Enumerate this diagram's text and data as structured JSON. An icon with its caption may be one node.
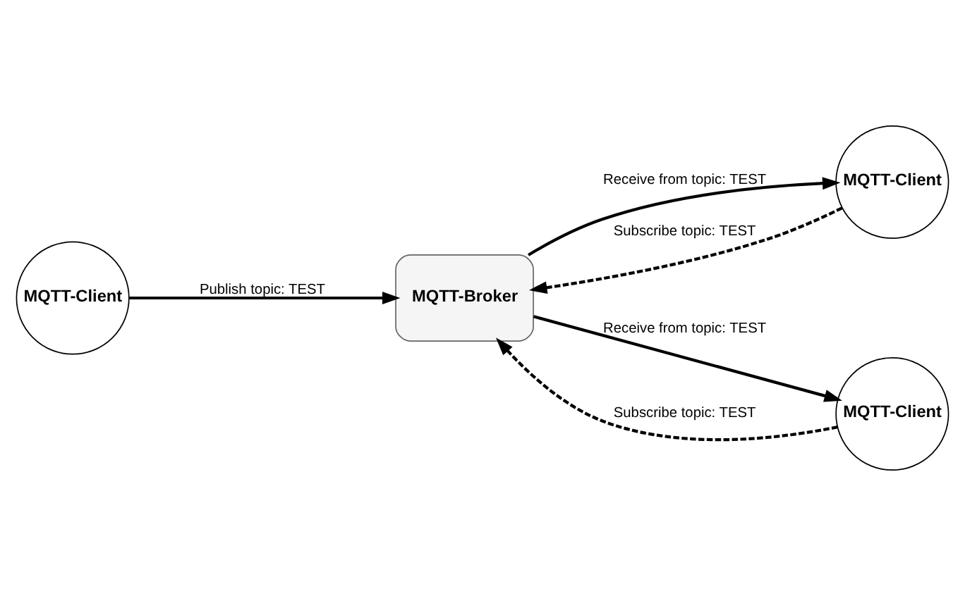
{
  "diagram": {
    "nodes": [
      {
        "text": [
          "MQTT-Client"
        ]
      },
      {
        "text": [
          "MQTT-Broker"
        ]
      },
      {
        "text": [
          "MQTT-Client"
        ]
      },
      {
        "text": [
          "MQTT-Client"
        ]
      }
    ],
    "edges": [
      {
        "from": 0,
        "to": 1,
        "arrow": "to",
        "label": "Publish topic: TEST"
      },
      {
        "from": 2,
        "to": 1,
        "arrow": "to",
        "label": "Subscribe topic: TEST",
        "style": "dashed"
      },
      {
        "from": 1,
        "to": 2,
        "arrow": "to",
        "label": "Receive from topic: TEST"
      },
      {
        "from": 1,
        "to": 3,
        "arrow": "to",
        "label": "Receive from topic: TEST"
      },
      {
        "from": 3,
        "to": 1,
        "arrow": "to",
        "label": "Subscribe topic: TEST",
        "style": "dashed"
      }
    ]
  }
}
